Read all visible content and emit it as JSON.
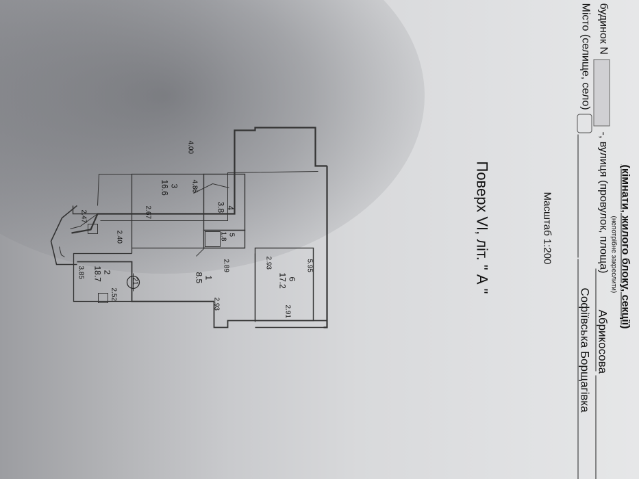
{
  "header": {
    "room_block_section": "(кімнати, жилого блоку, секції)",
    "cross_out_note": "(непотрібне закреслити)",
    "house_label": "будинок N",
    "street_label": "-, вулиця (провулок, площа)",
    "street_value": "Абрикосова",
    "city_label": "Місто (селище, село)",
    "city_value": "Софіївська Борщагівка",
    "scale": "Масштаб 1:200",
    "floor": "Поверх VI, літ. \" А \""
  },
  "plan": {
    "marker": "21",
    "rooms": [
      {
        "num": "1",
        "area": "8.5"
      },
      {
        "num": "2",
        "area": "18.7"
      },
      {
        "num": "3",
        "area": "16.6"
      },
      {
        "num": "4",
        "area": "3.8"
      },
      {
        "num": "5",
        "area": "1.8"
      },
      {
        "num": "6",
        "area": "17.2"
      }
    ],
    "dimensions": {
      "d_595": "5.95",
      "d_291": "2.91",
      "d_293a": "2.93",
      "d_289": "2.89",
      "d_293b": "2.93",
      "d_486": "4.86",
      "d_400": "4.00",
      "d_267": "2.67",
      "d_252": "2.52",
      "d_240": "2.40",
      "d_247": "2.47",
      "d_385": "3.85"
    }
  }
}
